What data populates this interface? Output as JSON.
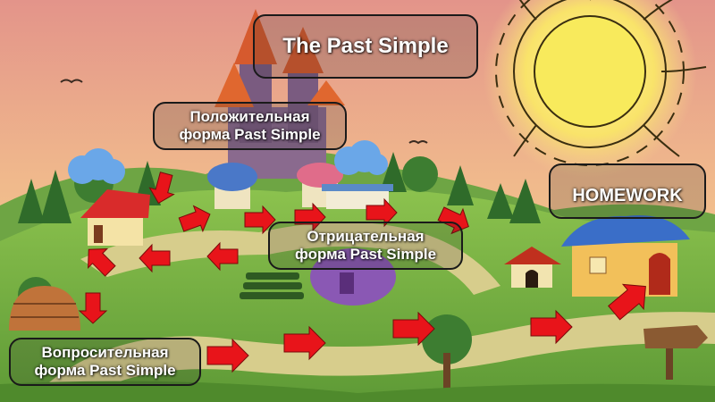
{
  "slide": {
    "title": "The Past Simple",
    "affirmative_label": {
      "line1": "Положительная",
      "line2": "форма Past Simple"
    },
    "negative_label": {
      "line1": "Отрицательная",
      "line2": "форма Past Simple"
    },
    "question_label": {
      "line1": "Вопросительная",
      "line2": "форма Past Simple"
    },
    "homework_label": "HOMEWORK"
  },
  "colors": {
    "arrow": "#e8141a",
    "sky_top": "#e89a88",
    "sky_mid": "#f2c28a",
    "sun": "#f7e44a",
    "grass": "#7fb64a",
    "path": "#d9cf8e",
    "callout_border": "#1a1a1a"
  },
  "icons": [
    "castle",
    "sun",
    "tree",
    "house",
    "dog-house",
    "signpost",
    "cloud",
    "arrow-right",
    "arrow-left",
    "arrow-down",
    "arrow-up-right"
  ]
}
